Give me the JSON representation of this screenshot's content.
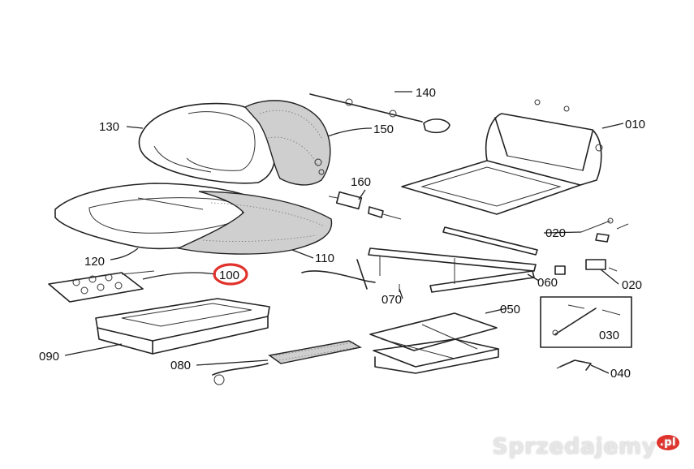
{
  "labels": {
    "l010": "010",
    "l020a": "020",
    "l020b": "020",
    "l030": "030",
    "l040": "040",
    "l050": "050",
    "l060": "060",
    "l070": "070",
    "l080": "080",
    "l090": "090",
    "l100": "100",
    "l110": "110",
    "l120": "120",
    "l130": "130",
    "l140": "140",
    "l150": "150",
    "l160": "160"
  },
  "highlight": {
    "part": "100",
    "color": "#e0322b"
  },
  "watermark": {
    "text": "Sprzedajemy",
    "suffix": ".pl"
  }
}
